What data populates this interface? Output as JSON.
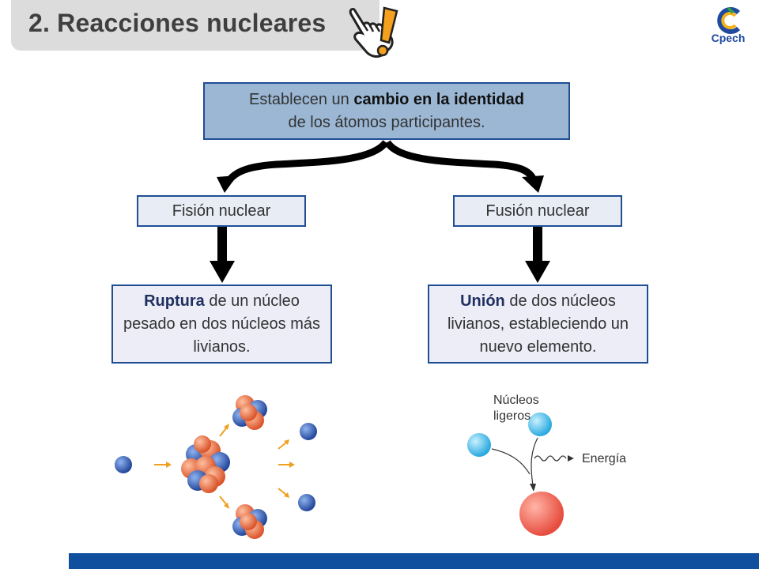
{
  "header": {
    "title": "2. Reacciones nucleares",
    "logo_text": "Cpech"
  },
  "top_box": {
    "text_before": "Establecen un ",
    "text_bold": "cambio en la identidad",
    "text_after": "de los átomos participantes."
  },
  "fision": {
    "label": "Fisión nuclear",
    "desc_bold": "Ruptura",
    "desc_rest": " de un núcleo pesado en dos núcleos más livianos."
  },
  "fusion": {
    "label": "Fusión nuclear",
    "desc_bold": "Unión",
    "desc_rest": " de dos núcleos livianos, estableciendo un nuevo elemento."
  },
  "fusion_diagram": {
    "label_nuclei": "Núcleos ligeros",
    "label_nuclei_line1": "Núcleos",
    "label_nuclei_line2": "ligeros",
    "label_energy": "Energía"
  },
  "colors": {
    "title_tab": "#dcdcdc",
    "box_border": "#1f4e94",
    "top_box_fill": "#9bb7d4",
    "footer": "#0f4f9e",
    "neutron": "#3a62b0",
    "proton": "#e8764c",
    "light_nucleus": "#4ec3ee",
    "heavy_nucleus": "#f0685a"
  }
}
